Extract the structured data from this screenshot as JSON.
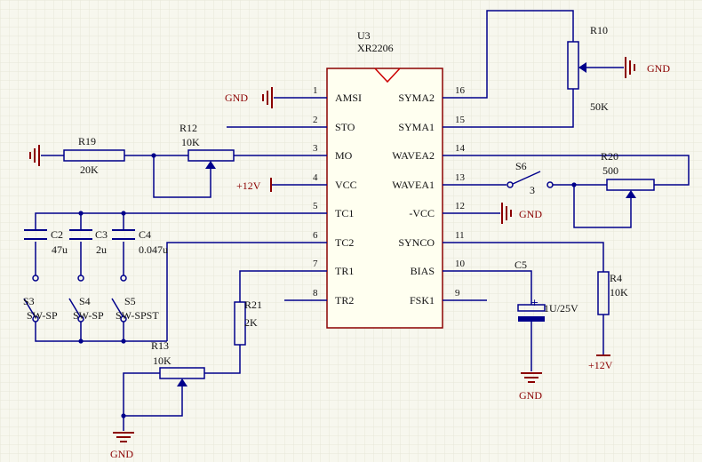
{
  "theme": {
    "background": "#f7f7ee",
    "grid": "#e7e7d8",
    "wire": "#00008b",
    "component": "#00008b",
    "power": "#8b0000",
    "chip_fill": "#fffff0",
    "chip_border": "#8b0000",
    "pin_dot": "#00008b"
  },
  "chip": {
    "ref": "U3",
    "part": "XR2206",
    "left_pins": [
      {
        "num": "1",
        "name": "AMSI"
      },
      {
        "num": "2",
        "name": "STO"
      },
      {
        "num": "3",
        "name": "MO"
      },
      {
        "num": "4",
        "name": "VCC"
      },
      {
        "num": "5",
        "name": "TC1"
      },
      {
        "num": "6",
        "name": "TC2"
      },
      {
        "num": "7",
        "name": "TR1"
      },
      {
        "num": "8",
        "name": "TR2"
      }
    ],
    "right_pins": [
      {
        "num": "16",
        "name": "SYMA2"
      },
      {
        "num": "15",
        "name": "SYMA1"
      },
      {
        "num": "14",
        "name": "WAVEA2"
      },
      {
        "num": "13",
        "name": "WAVEA1"
      },
      {
        "num": "12",
        "name": "-VCC"
      },
      {
        "num": "11",
        "name": "SYNCO"
      },
      {
        "num": "10",
        "name": "BIAS"
      },
      {
        "num": "9",
        "name": "FSK1"
      }
    ]
  },
  "labels": {
    "gnd": "GND",
    "v12": "+12V",
    "R10": "R10",
    "R10_val": "50K",
    "R12": "R12",
    "R12_val": "10K",
    "R19": "R19",
    "R19_val": "20K",
    "R20": "R20",
    "R20_val": "500",
    "R21": "R21",
    "R21_val": "2K",
    "R13": "R13",
    "R13_val": "10K",
    "R4": "R4",
    "R4_val": "10K",
    "C2": "C2",
    "C2_val": "47u",
    "C3": "C3",
    "C3_val": "2u",
    "C4": "C4",
    "C4_val": "0.047u",
    "C5": "C5",
    "C5_val": "1U/25V",
    "S3": "S3",
    "S4": "S4",
    "S5": "S5",
    "S6": "S6",
    "S6_val": "3",
    "sw1": "SW-SP",
    "sw2": "SW-SP",
    "sw3": "SW-SPST"
  }
}
